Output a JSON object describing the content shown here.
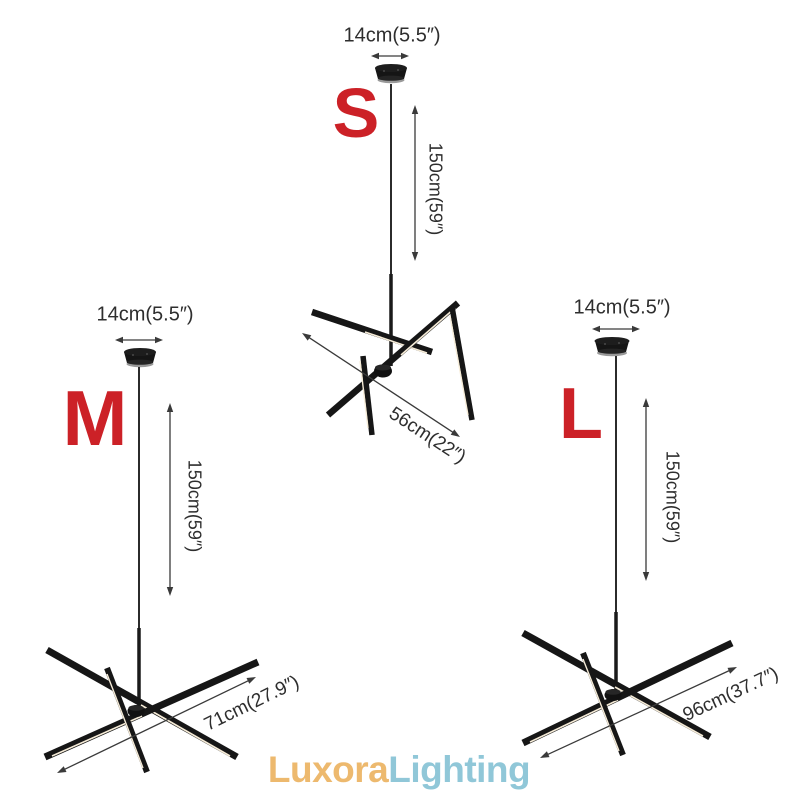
{
  "colors": {
    "background": "#ffffff",
    "size_letter_red": "#cc2127",
    "dimension_text": "#2e2e2e",
    "dimension_line": "#3a3a3a",
    "fixture_black": "#161616",
    "led_strip": "#f6ecd8",
    "logo_orange": "#edb96e",
    "logo_blue": "#90c7d8"
  },
  "variants": [
    {
      "letter": "S",
      "canopy_width": "14cm(5.5″)",
      "drop_height": "150cm(59″)",
      "fixture_length": "56cm(22″)"
    },
    {
      "letter": "M",
      "canopy_width": "14cm(5.5″)",
      "drop_height": "150cm(59″)",
      "fixture_length": "71cm(27.9″)"
    },
    {
      "letter": "L",
      "canopy_width": "14cm(5.5″)",
      "drop_height": "150cm(59″)",
      "fixture_length": "96cm(37.7″)"
    }
  ],
  "logo": {
    "part1": "Luxora",
    "part2": "Lighting"
  }
}
